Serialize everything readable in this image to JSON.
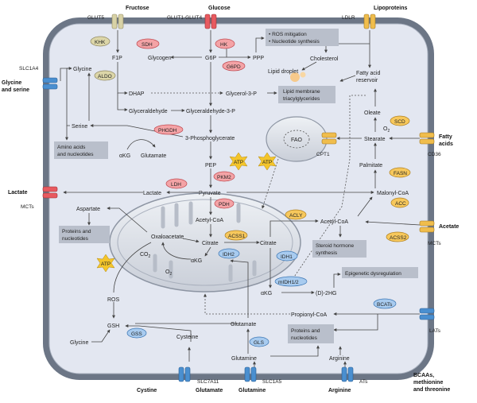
{
  "transporters": {
    "glut5": "GLUT5",
    "glut1_glut4": "GLUT1-GLUT4",
    "ldlr": "LDLR",
    "slc1a4": "SLC1A4",
    "mcts_left": "MCTs",
    "cd36": "CD36",
    "mcts_right": "MCTs",
    "lats": "LATs",
    "slc7a11": "SLC7A11",
    "slc1a5": "SLC1A5",
    "ats": "ATs",
    "cpt1": "CPT1"
  },
  "nutrients": {
    "fructose": "Fructose",
    "glucose": "Glucose",
    "lipoproteins": "Lipoproteins",
    "glycine_serine": [
      "Glycine",
      "and serine"
    ],
    "lactate": "Lactate",
    "fatty_acids": [
      "Fatty",
      "acids"
    ],
    "acetate": "Acetate",
    "bcaas": [
      "BCAAs,",
      "methionine",
      "and threonine"
    ],
    "cystine": "Cystine",
    "glutamate": "Glutamate",
    "glutamine": "Glutamine",
    "arginine": "Arginine"
  },
  "enzymes": {
    "khk": "KHK",
    "sdh": "SDH",
    "hk": "HK",
    "aldo": "ALDO",
    "g6pd": "G6PD",
    "phgdh": "PHGDH",
    "ldh": "LDH",
    "pkm2": "PKM2",
    "pdh": "PDH",
    "acly": "ACLY",
    "acss1": "ACSS1",
    "idh2": "IDH2",
    "idh1": "IDH1",
    "midh": "mIDH1/2",
    "gss": "GSS",
    "gls": "GLS",
    "scd": "SCD",
    "fasn": "FASN",
    "acc": "ACC",
    "acss2": "ACSS2",
    "bcats": "BCATs"
  },
  "metabolites": {
    "f1p": "F1P",
    "glycogen": "Glycogen",
    "g6p": "G6P",
    "ppp": "PPP",
    "dhap": "DHAP",
    "glycerol3p": "Glycerol-3-P",
    "glyceraldehyde": "Glyceraldehyde",
    "gly3p": "Glyceraldehyde-3-P",
    "phosphoglycerate": "3-Phosphoglycerate",
    "pep": "PEP",
    "pyruvate": "Pyruvate",
    "lactate_in": "Lactate",
    "glycine_in": "Glycine",
    "serine": "Serine",
    "akg_cyto": "αKG",
    "glutamate_cyto": "Glutamate",
    "aspartate": "Aspartate",
    "acetyl_coa_mito": "Acetyl-CoA",
    "oxaloacetate": "Oxaloacetate",
    "citrate_mito": "Citrate",
    "akg_mito": "αKG",
    "co2": "CO",
    "co2_sub": "2",
    "o2": "O",
    "o2_sub": "2",
    "citrate": "Citrate",
    "akg2": "αKG",
    "r2hg": "(D)-2HG",
    "propionyl": "Propionyl-CoA",
    "acetyl_coa": "Acetyl-CoA",
    "malonyl": "Malonyl-CoA",
    "palmitate": "Palmitate",
    "stearate": "Stearate",
    "oleate": "Oleate",
    "o2_fa": "O",
    "o2_fa_sub": "2",
    "cholesterol": "Cholesterol",
    "lipid_droplet": "Lipid droplet",
    "fa_reservoir": [
      "Fatty acid",
      "reservoir"
    ],
    "fao": "FAO",
    "ros": "ROS",
    "gsh": "GSH",
    "glycine_gsh": "Glycine",
    "cysteine": "Cysteine",
    "glutamate_gsh": "Glutamate",
    "glutamine_in": "Glutamine",
    "arginine_in": "Arginine"
  },
  "atp": [
    "ATP",
    "ATP",
    "ATP"
  ],
  "boxes": {
    "ros_mitigation": [
      "• ROS mitigation",
      "• Nucleotide synthesis"
    ],
    "lipid_membrane": [
      "Lipid membrane",
      "triacylglycerides"
    ],
    "amino_acids": [
      "Amino acids",
      "and nucleotides"
    ],
    "proteins_nucleotides_left": [
      "Proteins and",
      "nucleotides"
    ],
    "steroid": [
      "Steroid hormone",
      "synthesis"
    ],
    "epigenetic": "Epigenetic dysregulation",
    "proteins_nucleotides_bottom": [
      "Proteins and",
      "nucleotides"
    ]
  }
}
